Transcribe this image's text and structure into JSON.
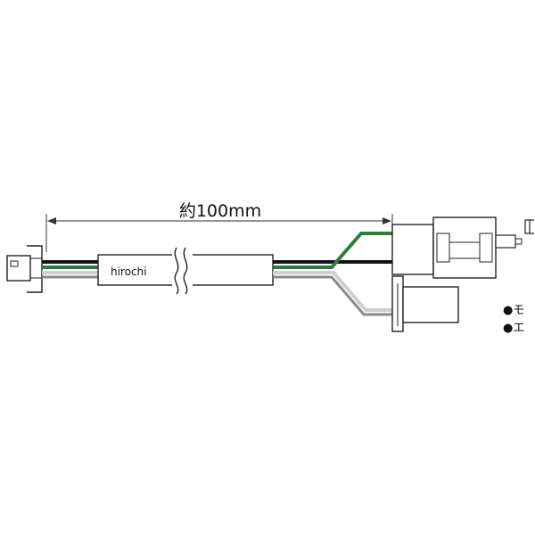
{
  "dimension": {
    "label": "約100mm"
  },
  "watermark": {
    "text": "hirochi"
  },
  "notes": {
    "line1": "●モ",
    "line2": "●エ"
  },
  "colors": {
    "wire_black": "#141414",
    "wire_green": "#2e7d3e",
    "wire_white": "#e6e6e6",
    "wire_gray": "#8a8a8a",
    "outline": "#222222"
  }
}
